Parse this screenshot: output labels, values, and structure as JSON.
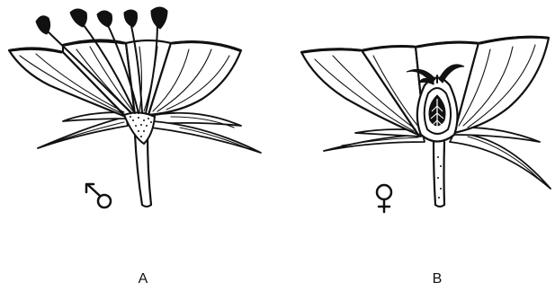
{
  "panels": [
    {
      "id": "A",
      "label": "A",
      "symbol_icon": "male-symbol-icon"
    },
    {
      "id": "B",
      "label": "B",
      "symbol_icon": "female-symbol-icon"
    }
  ],
  "colors": {
    "ink": "#111111",
    "background": "#ffffff"
  }
}
